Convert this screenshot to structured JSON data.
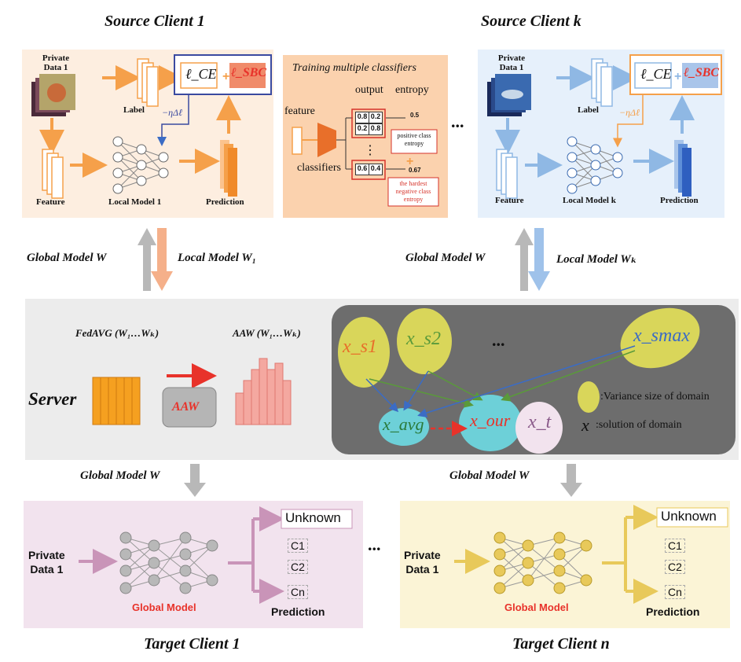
{
  "titles": {
    "source1": "Source Client 1",
    "sourcek": "Source Client k",
    "target1": "Target Client 1",
    "targetn": "Target Client n"
  },
  "source1": {
    "private_data": "Private\nData 1",
    "label": "Label",
    "feature": "Feature",
    "local_model": "Local Model 1",
    "prediction": "Prediction",
    "loss_ce": "ℓ_CE",
    "loss_sbc": "ℓ_SBC",
    "grad": "−ηΔℓ"
  },
  "sourcek": {
    "private_data": "Private\nData 1",
    "label": "Label",
    "feature": "Feature",
    "local_model": "Local Model k",
    "prediction": "Prediction",
    "loss_ce": "ℓ_CE",
    "loss_sbc": "ℓ_SBC",
    "grad": "−ηΔℓ"
  },
  "classifiers_panel": {
    "title": "Training multiple classifiers",
    "output": "output",
    "entropy": "entropy",
    "feature": "feature",
    "classifiers": "classifiers",
    "row1": [
      "0.8",
      "0.2"
    ],
    "row2": [
      "0.2",
      "0.8"
    ],
    "row3": [
      "0.6",
      "0.4"
    ],
    "val1": "0.5",
    "val2": "0.67",
    "pos_note": "positive class entropy",
    "neg_note": "the hardest negative class entropy"
  },
  "ellipsis": "...",
  "arrows": {
    "global_left": "Global Model W",
    "local_left": "Local Model W₁",
    "global_right": "Global Model W",
    "local_right": "Local Model Wₖ",
    "down_left": "Global Model W",
    "down_right": "Global Model W"
  },
  "server": {
    "label": "Server",
    "fedavg": "FedAVG (W₁…Wₖ)",
    "aaw_title": "AAW (W₁…Wₖ)",
    "aaw_box": "AAW",
    "x_s1": "x_s1",
    "x_s2": "x_s2",
    "x_smax": "x_smax",
    "x_avg": "x_avg",
    "x_our": "x_our",
    "x_t": "x_t",
    "legend_variance": ":Variance size of domain",
    "legend_solution_symbol": "x",
    "legend_solution": ":solution of domain"
  },
  "target1": {
    "private_data": "Private\nData 1",
    "global_model": "Global Model",
    "unknown": "Unknown",
    "c1": "C1",
    "c2": "C2",
    "cn": "Cn",
    "prediction": "Prediction"
  },
  "targetn": {
    "private_data": "Private\nData 1",
    "global_model": "Global Model",
    "unknown": "Unknown",
    "c1": "C1",
    "c2": "C2",
    "cn": "Cn",
    "prediction": "Prediction"
  },
  "colors": {
    "source1_bg": "#fdeee0",
    "sourcek_bg": "#e6f0fb",
    "classifier_bg": "#fbd2ae",
    "server_bg": "#ececec",
    "server_dark": "#6d6d6d",
    "target1_bg": "#f2e3ee",
    "targetn_bg": "#fbf4d6",
    "orange": "#f5a04a",
    "blue": "#8fb8e4",
    "red": "#e8322a"
  }
}
